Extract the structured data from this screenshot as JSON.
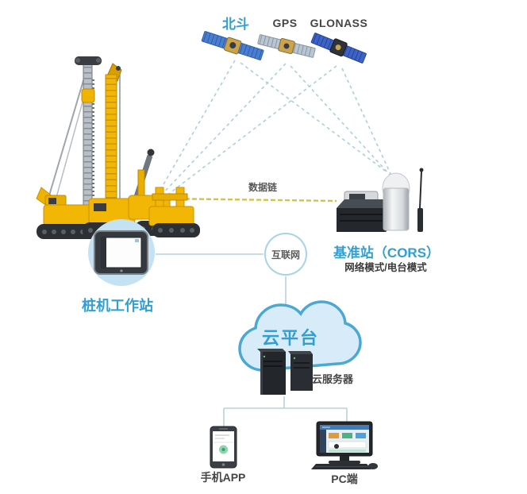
{
  "colors": {
    "accent_blue": "#2f9fd6",
    "label_dark": "#454545",
    "sat_line": "#abd0d9",
    "datalink_yellow": "#d8c14a",
    "connector": "#b7d3da",
    "cloud_fill": "#d7ecf8",
    "cloud_stroke": "#49a8d4",
    "machine_yellow": "#f2b705"
  },
  "satellites": {
    "beidou": {
      "label": "北斗"
    },
    "gps": {
      "label": "GPS"
    },
    "glonass": {
      "label": "GLONASS"
    }
  },
  "links": {
    "datalink": {
      "label": "数据链"
    },
    "internet": {
      "label": "互联网"
    }
  },
  "nodes": {
    "workstation": {
      "label": "桩机工作站"
    },
    "base_station": {
      "label": "基准站（CORS）",
      "mode": "网络模式/电台模式"
    },
    "cloud_platform": {
      "label": "云平台"
    },
    "cloud_server": {
      "label": "云服务器"
    },
    "phone": {
      "label": "手机APP"
    },
    "pc": {
      "label": "PC端"
    }
  }
}
